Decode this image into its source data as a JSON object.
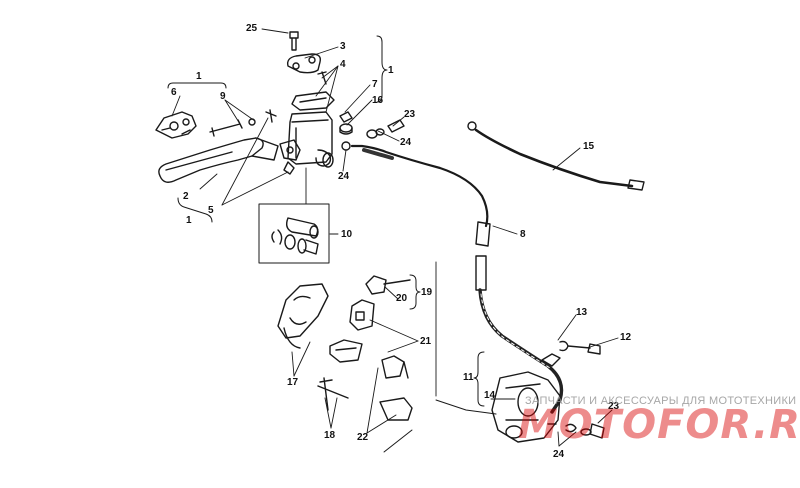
{
  "callouts": {
    "c25": "25",
    "c3": "3",
    "c4": "4",
    "c1_top": "1",
    "c7": "7",
    "c16": "16",
    "c23_top": "23",
    "c24_top_right": "24",
    "c24_top_left": "24",
    "c1_left": "1",
    "c6": "6",
    "c9": "9",
    "c2": "2",
    "c1_lower": "1",
    "c5": "5",
    "c10": "10",
    "c8": "8",
    "c15": "15",
    "c20": "20",
    "c19": "19",
    "c21": "21",
    "c17": "17",
    "c18": "18",
    "c22": "22",
    "c13": "13",
    "c12": "12",
    "c11": "11",
    "c14": "14",
    "c23_bottom": "23",
    "c24_bottom": "24"
  },
  "watermark": {
    "subtitle": "ЗАПЧАСТИ И АКСЕССУАРЫ ДЛЯ МОТОТЕХНИКИ",
    "site": "MOTOFOR.RU",
    "color": "#d60000"
  }
}
